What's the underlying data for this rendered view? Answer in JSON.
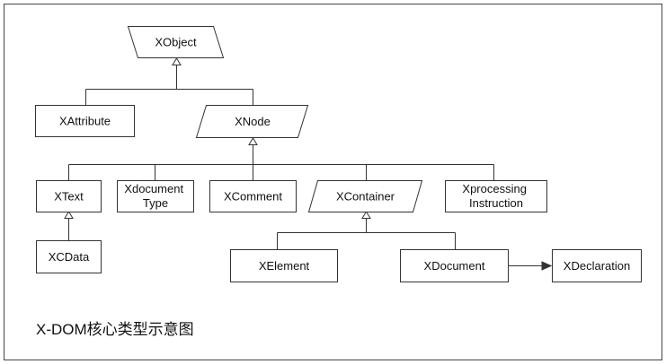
{
  "caption": "X-DOM核心类型示意图",
  "nodes": {
    "xobject": {
      "label": "XObject",
      "shape": "parallelogram"
    },
    "xattribute": {
      "label": "XAttribute",
      "shape": "rectangle"
    },
    "xnode": {
      "label": "XNode",
      "shape": "parallelogram"
    },
    "xtext": {
      "label": "XText",
      "shape": "rectangle"
    },
    "xdocumenttype": {
      "lines": [
        "Xdocument",
        "Type"
      ],
      "shape": "rectangle"
    },
    "xcomment": {
      "label": "XComment",
      "shape": "rectangle"
    },
    "xcontainer": {
      "label": "XContainer",
      "shape": "parallelogram"
    },
    "xprocessinginstruction": {
      "lines": [
        "Xprocessing",
        "Instruction"
      ],
      "shape": "rectangle"
    },
    "xcdata": {
      "label": "XCData",
      "shape": "rectangle"
    },
    "xelement": {
      "label": "XElement",
      "shape": "rectangle"
    },
    "xdocument": {
      "label": "XDocument",
      "shape": "rectangle"
    },
    "xdeclaration": {
      "label": "XDeclaration",
      "shape": "rectangle"
    }
  },
  "inheritance": [
    {
      "parent": "xobject",
      "children": [
        "xattribute",
        "xnode"
      ]
    },
    {
      "parent": "xnode",
      "children": [
        "xtext",
        "xdocumenttype",
        "xcomment",
        "xcontainer",
        "xprocessinginstruction"
      ]
    },
    {
      "parent": "xtext",
      "children": [
        "xcdata"
      ]
    },
    {
      "parent": "xcontainer",
      "children": [
        "xelement",
        "xdocument"
      ]
    }
  ],
  "associations": [
    {
      "from": "xdocument",
      "to": "xdeclaration"
    }
  ]
}
